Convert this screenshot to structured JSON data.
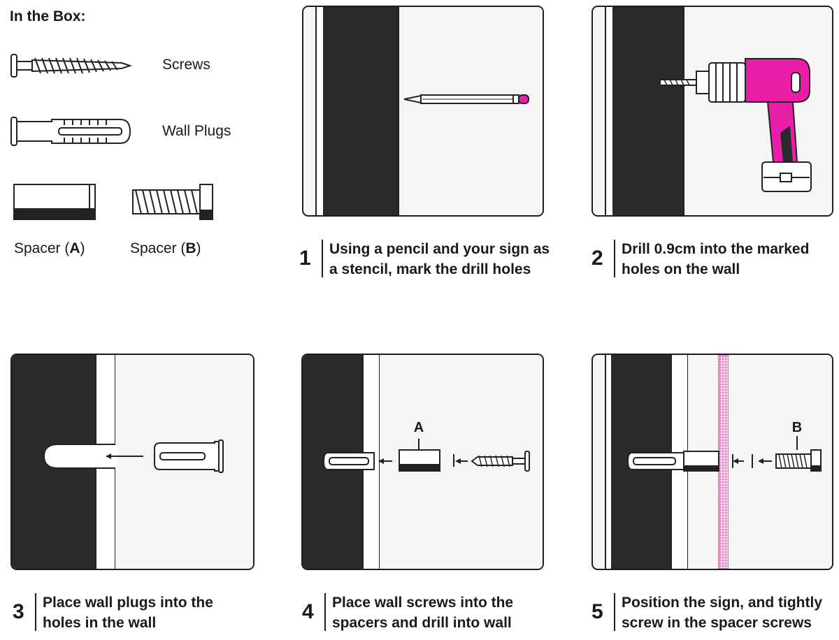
{
  "in_the_box": {
    "title": "In the Box:",
    "screws_label": "Screws",
    "wall_plugs_label": "Wall Plugs",
    "spacer_a": {
      "prefix": "Spacer (",
      "letter": "A",
      "suffix": ")"
    },
    "spacer_b": {
      "prefix": "Spacer (",
      "letter": "B",
      "suffix": ")"
    }
  },
  "steps": [
    {
      "number": "1",
      "line1": "Using a pencil and your sign as",
      "line2": "a stencil, mark the drill holes"
    },
    {
      "number": "2",
      "line1": "Drill 0.9cm into the marked",
      "line2": "holes on the wall"
    },
    {
      "number": "3",
      "line1": "Place wall plugs into the",
      "line2": "holes in the wall"
    },
    {
      "number": "4",
      "line1": "Place wall screws into the",
      "line2": "spacers and drill into wall"
    },
    {
      "number": "5",
      "line1": "Position the sign, and tightly",
      "line2": "screw in the spacer screws"
    }
  ],
  "diagram_labels": {
    "spacer_a": "A",
    "spacer_b": "B"
  },
  "colors": {
    "accent_pink": "#e91ea8",
    "dark": "#2a2a2a",
    "wall_light": "#f5f5f5"
  }
}
